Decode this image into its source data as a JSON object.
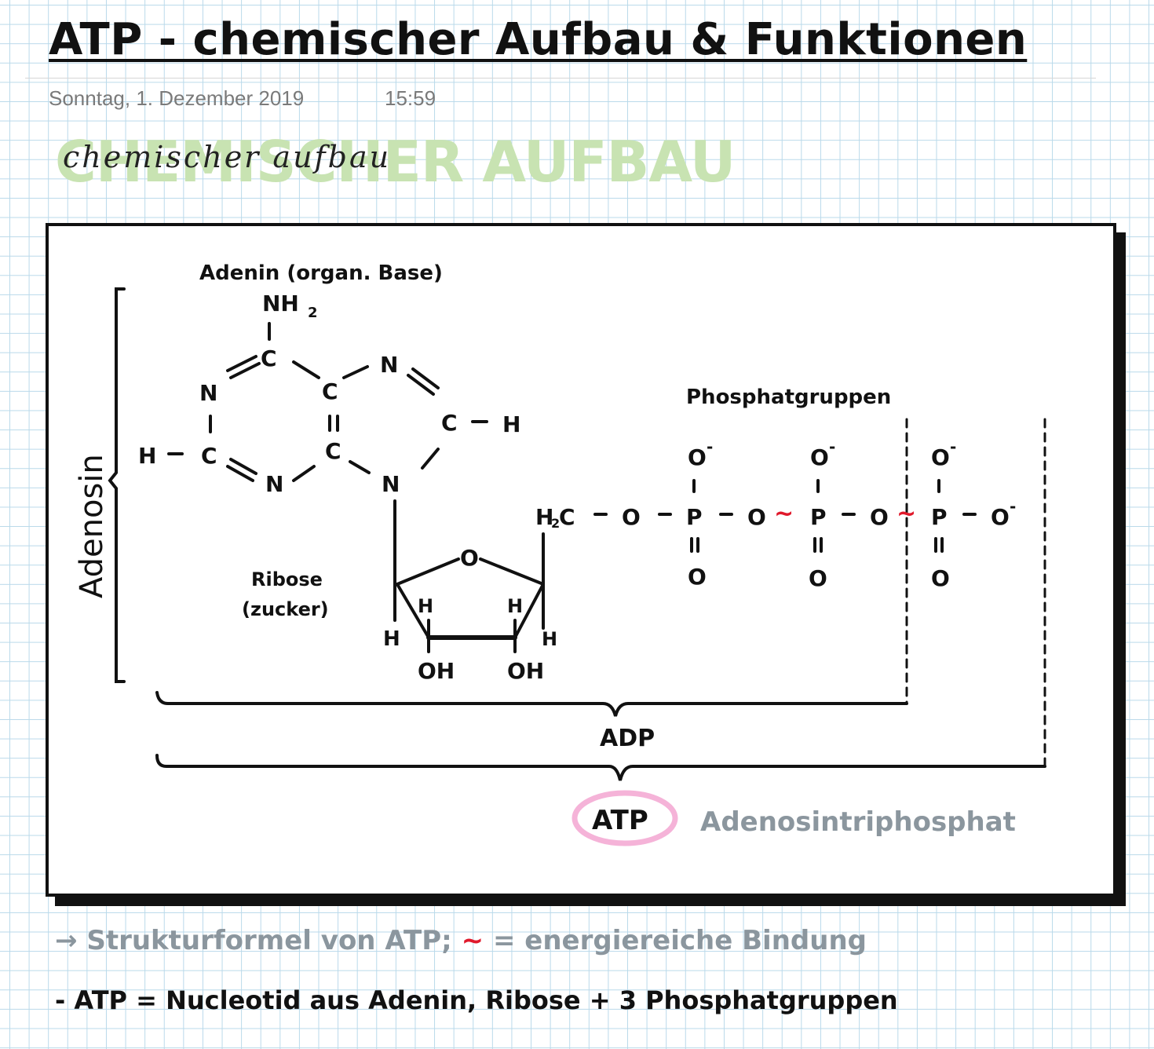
{
  "header": {
    "title": "ATP - chemischer Aufbau & Funktionen",
    "date": "Sonntag, 1. Dezember 2019",
    "time": "15:59"
  },
  "section_heading": {
    "highlight": "CHEMISCHER AUFBAU",
    "script": "chemischer aufbau"
  },
  "diagram": {
    "adenin_label": "Adenin (organ. Base)",
    "ribose_label_1": "Ribose",
    "ribose_label_2": "(zucker)",
    "phosphate_label": "Phosphatgruppen",
    "adenosin_label": "Adenosin",
    "adp_label": "ADP",
    "atp_label": "ATP",
    "atp_full_name": "Adenosintriphosphat",
    "atoms": {
      "nh2": "NH",
      "nh2_sub": "2",
      "c": "C",
      "n": "N",
      "h": "H",
      "o": "O",
      "oh": "OH",
      "p": "P",
      "o_minus": "O",
      "minus": "-",
      "h2c_h": "H",
      "h2c_sub": "2",
      "h2c_c": "C",
      "tilde": "~"
    }
  },
  "notes": {
    "line1_arrow": "→",
    "line1_text": "Strukturformel von ATP;",
    "line1_symbol": "~",
    "line1_rest": "= energiereiche Bindung",
    "line2": "- ATP = Nucleotid  aus Adenin, Ribose + 3 Phosphatgruppen"
  },
  "colors": {
    "grid": "#b9d9ea",
    "highlight_green": "#c8e3b2",
    "atp_circle_pink": "#f5b3d8",
    "energy_bond_red": "#e0192b",
    "note_grey": "#8b969e"
  }
}
